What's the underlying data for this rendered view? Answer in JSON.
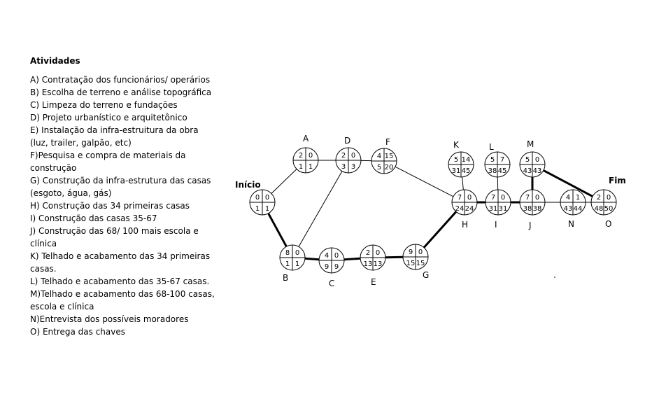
{
  "activities": {
    "title": "Atividades",
    "lines": [
      "A) Contratação dos funcionários/ operários",
      "B) Escolha de terreno e análise topográfica",
      "C) Limpeza do terreno e fundações",
      "D) Projeto urbanístico e arquitetônico",
      "E) Instalação da infra-estruitura da obra",
      "(luz, trailer, galpão, etc)",
      "F)Pesquisa e compra de materiais da",
      "construção",
      "G) Construção da infra-estrutura das casas",
      "(esgoto, água, gás)",
      "H) Construção das 34 primeiras casas",
      "I) Construção das casas 35-67",
      "J) Construção das 68/ 100 mais escola e",
      "clínica",
      "K) Telhado e acabamento das 34 primeiras",
      "casas.",
      "L) Telhado e acabamento das 35-67 casas.",
      "M)Telhado e acabamento das 68-100 casas,",
      "escola e clínica",
      "N)Entrevista dos possíveis moradores",
      "O) Entrega das chaves"
    ]
  },
  "network": {
    "start_label": "Início",
    "end_label": "Fim",
    "nodes": [
      {
        "id": "start",
        "label": "",
        "tl": "0",
        "tr": "0",
        "bl": "1",
        "br": "1"
      },
      {
        "id": "A",
        "label": "A",
        "tl": "2",
        "tr": "0",
        "bl": "1",
        "br": "1"
      },
      {
        "id": "B",
        "label": "B",
        "tl": "8",
        "tr": "0",
        "bl": "1",
        "br": "1"
      },
      {
        "id": "C",
        "label": "C",
        "tl": "4",
        "tr": "0",
        "bl": "9",
        "br": "9"
      },
      {
        "id": "D",
        "label": "D",
        "tl": "2",
        "tr": "0",
        "bl": "3",
        "br": "3"
      },
      {
        "id": "E",
        "label": "E",
        "tl": "2",
        "tr": "0",
        "bl": "13",
        "br": "13"
      },
      {
        "id": "F",
        "label": "F",
        "tl": "4",
        "tr": "15",
        "bl": "5",
        "br": "20"
      },
      {
        "id": "G",
        "label": "G",
        "tl": "9",
        "tr": "0",
        "bl": "15",
        "br": "15"
      },
      {
        "id": "H",
        "label": "H",
        "tl": "7",
        "tr": "0",
        "bl": "24",
        "br": "24"
      },
      {
        "id": "K",
        "label": "K",
        "tl": "5",
        "tr": "14",
        "bl": "31",
        "br": "45"
      },
      {
        "id": "I",
        "label": "I",
        "tl": "7",
        "tr": "0",
        "bl": "31",
        "br": "31"
      },
      {
        "id": "L",
        "label": "L",
        "tl": "5",
        "tr": "7",
        "bl": "38",
        "br": "45"
      },
      {
        "id": "J",
        "label": "J",
        "tl": "7",
        "tr": "0",
        "bl": "38",
        "br": "38"
      },
      {
        "id": "M",
        "label": "M",
        "tl": "5",
        "tr": "0",
        "bl": "43",
        "br": "43"
      },
      {
        "id": "N",
        "label": "N",
        "tl": "4",
        "tr": "1",
        "bl": "43",
        "br": "44"
      },
      {
        "id": "O",
        "label": "O",
        "tl": "2",
        "tr": "0",
        "bl": "48",
        "br": "50"
      }
    ],
    "edges": [
      {
        "from": "start",
        "to": "A",
        "critical": false
      },
      {
        "from": "start",
        "to": "B",
        "critical": true
      },
      {
        "from": "A",
        "to": "D",
        "critical": false
      },
      {
        "from": "B",
        "to": "D",
        "critical": false
      },
      {
        "from": "B",
        "to": "C",
        "critical": true
      },
      {
        "from": "D",
        "to": "F",
        "critical": false
      },
      {
        "from": "C",
        "to": "E",
        "critical": true
      },
      {
        "from": "E",
        "to": "G",
        "critical": true
      },
      {
        "from": "F",
        "to": "H",
        "critical": false
      },
      {
        "from": "G",
        "to": "H",
        "critical": true
      },
      {
        "from": "H",
        "to": "K",
        "critical": false
      },
      {
        "from": "H",
        "to": "I",
        "critical": true
      },
      {
        "from": "I",
        "to": "L",
        "critical": false
      },
      {
        "from": "I",
        "to": "J",
        "critical": true
      },
      {
        "from": "J",
        "to": "M",
        "critical": true
      },
      {
        "from": "J",
        "to": "N",
        "critical": false
      },
      {
        "from": "N",
        "to": "O",
        "critical": false
      },
      {
        "from": "M",
        "to": "O",
        "critical": true
      }
    ]
  }
}
